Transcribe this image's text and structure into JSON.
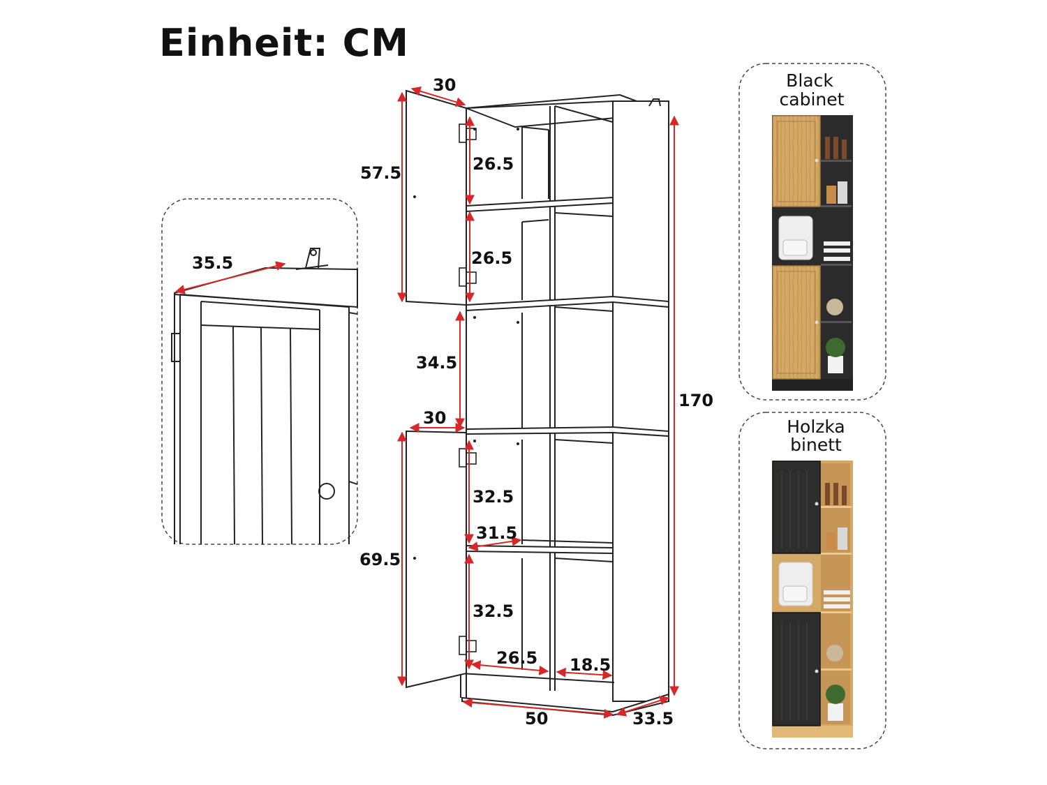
{
  "title": "Einheit: CM",
  "colors": {
    "dimension_arrow": "#d62828",
    "outline": "#222222",
    "wood": "#d4a866",
    "black": "#2b2b2b"
  },
  "dimensions": {
    "top_door_depth": "30",
    "top_door_height": "57.5",
    "upper_shelf_1": "26.5",
    "upper_shelf_2": "26.5",
    "middle_open": "34.5",
    "lower_door_depth": "30",
    "lower_shelf_1": "32.5",
    "inner_depth": "31.5",
    "lower_door_height": "69.5",
    "lower_shelf_2": "32.5",
    "left_compartment_width": "26.5",
    "right_compartment_width": "18.5",
    "total_width": "50",
    "total_depth": "33.5",
    "total_height": "170",
    "detail_depth": "35.5"
  },
  "variants": [
    {
      "label_line1": "Black",
      "label_line2": "cabinet"
    },
    {
      "label_line1": "Holzka",
      "label_line2": "binett"
    }
  ]
}
